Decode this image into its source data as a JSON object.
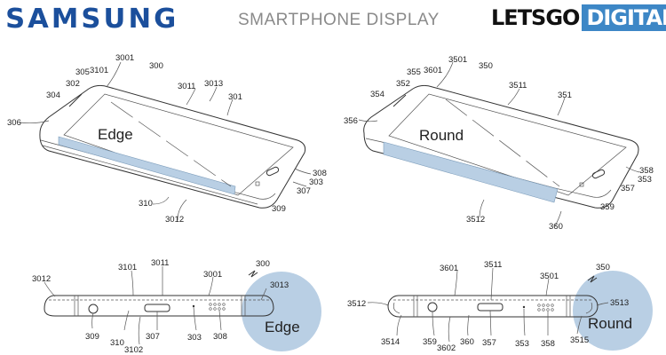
{
  "header": {
    "brand": "SAMSUNG",
    "title": "SMARTPHONE DISPLAY",
    "logo_part1": "LETSGO",
    "logo_part2": "DIGITAL"
  },
  "colors": {
    "brand_blue": "#1b4f9c",
    "highlight": "#b9cfe4",
    "logo_blue": "#3d87c6"
  },
  "fig_edge_perspective": {
    "name": "Edge",
    "labels": [
      "3001",
      "300",
      "305",
      "3101",
      "302",
      "304",
      "306",
      "3011",
      "3013",
      "301",
      "308",
      "303",
      "307",
      "309",
      "310",
      "3012"
    ]
  },
  "fig_round_perspective": {
    "name": "Round",
    "labels": [
      "3501",
      "350",
      "355",
      "3601",
      "352",
      "354",
      "356",
      "3511",
      "351",
      "358",
      "353",
      "357",
      "359",
      "3512",
      "360"
    ]
  },
  "fig_edge_side": {
    "name": "Edge",
    "labels": [
      "3012",
      "3101",
      "3011",
      "3001",
      "300",
      "3013",
      "309",
      "310",
      "3102",
      "307",
      "303",
      "308"
    ]
  },
  "fig_round_side": {
    "name": "Round",
    "labels": [
      "3512",
      "3601",
      "3511",
      "3501",
      "350",
      "3513",
      "3514",
      "359",
      "3602",
      "360",
      "357",
      "353",
      "358",
      "3515"
    ]
  }
}
